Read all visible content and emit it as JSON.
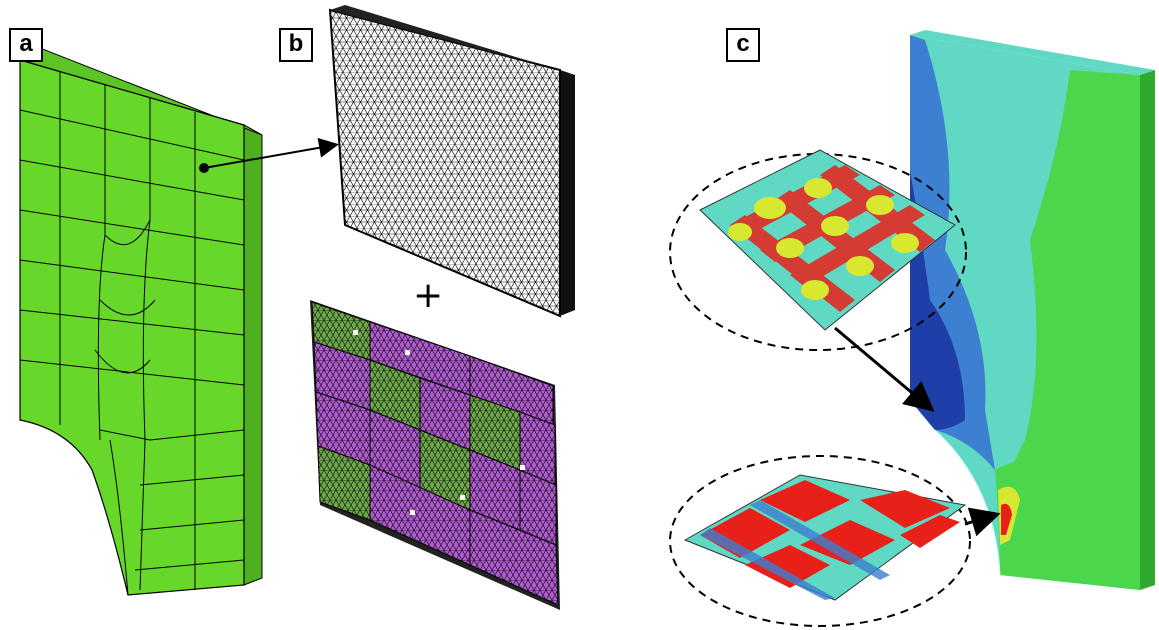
{
  "panels": {
    "a": {
      "label": "a"
    },
    "b": {
      "label": "b",
      "combine_symbol": "+"
    },
    "c": {
      "label": "c"
    }
  },
  "colors": {
    "coarse_mesh": "#67d82a",
    "fine_mesh_edge": "#000000",
    "weave_warp": "#b05bd0",
    "weave_weft": "#6fa84a",
    "contour_low": "#1f3fa8",
    "contour_mid_low": "#3d7fd0",
    "contour_mid": "#5fd9c3",
    "contour_mid_high": "#4bd64b",
    "contour_high": "#e8201a",
    "contour_yellow": "#d8e830"
  }
}
